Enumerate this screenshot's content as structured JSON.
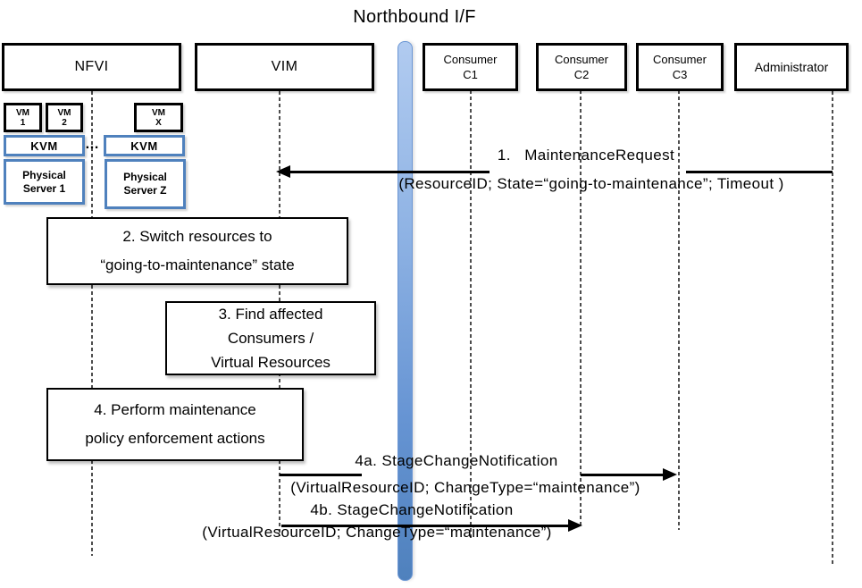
{
  "title": "Northbound I/F",
  "colors": {
    "accent_blue": "#4f81bd",
    "bar_gradient_top": "#b1cbf0",
    "bar_gradient_bottom": "#4f81bd",
    "lifeline_gray": "#4d4d4d",
    "box_border_black": "#000000"
  },
  "actors": {
    "nfvi": {
      "label": "NFVI"
    },
    "vim": {
      "label": "VIM"
    },
    "c1": {
      "line1": "Consumer",
      "line2": "C1"
    },
    "c2": {
      "line1": "Consumer",
      "line2": "C2"
    },
    "c3": {
      "line1": "Consumer",
      "line2": "C3"
    },
    "admin": {
      "label": "Administrator"
    }
  },
  "infrastructure": {
    "vm1": {
      "line1": "VM",
      "line2": "1"
    },
    "vm2": {
      "line1": "VM",
      "line2": "2"
    },
    "vmx": {
      "line1": "VM",
      "line2": "X"
    },
    "kvm_left": {
      "label": "KVM"
    },
    "kvm_right": {
      "label": "KVM"
    },
    "ellipsis": "…",
    "server1": {
      "line1": "Physical",
      "line2": "Server 1"
    },
    "serverz": {
      "line1": "Physical",
      "line2": "Server Z"
    }
  },
  "steps": {
    "step2": {
      "line1": "2. Switch resources to",
      "line2": "“going-to-maintenance” state"
    },
    "step3": {
      "line1": "3. Find affected",
      "line2": "Consumers /",
      "line3": "Virtual Resources"
    },
    "step4": {
      "line1": "4. Perform maintenance",
      "line2": "policy enforcement actions"
    }
  },
  "messages": {
    "m1": {
      "label": "1.   MaintenanceRequest",
      "params": "(ResourceID; State=“going-to-maintenance”; Timeout )"
    },
    "m4a": {
      "label": "4a. StageChangeNotification",
      "params": "(VirtualResourceID; ChangeType=“maintenance”)"
    },
    "m4b": {
      "label": "4b. StageChangeNotification",
      "params": "(VirtualResourceID; ChangeType=“maintenance”)"
    }
  }
}
